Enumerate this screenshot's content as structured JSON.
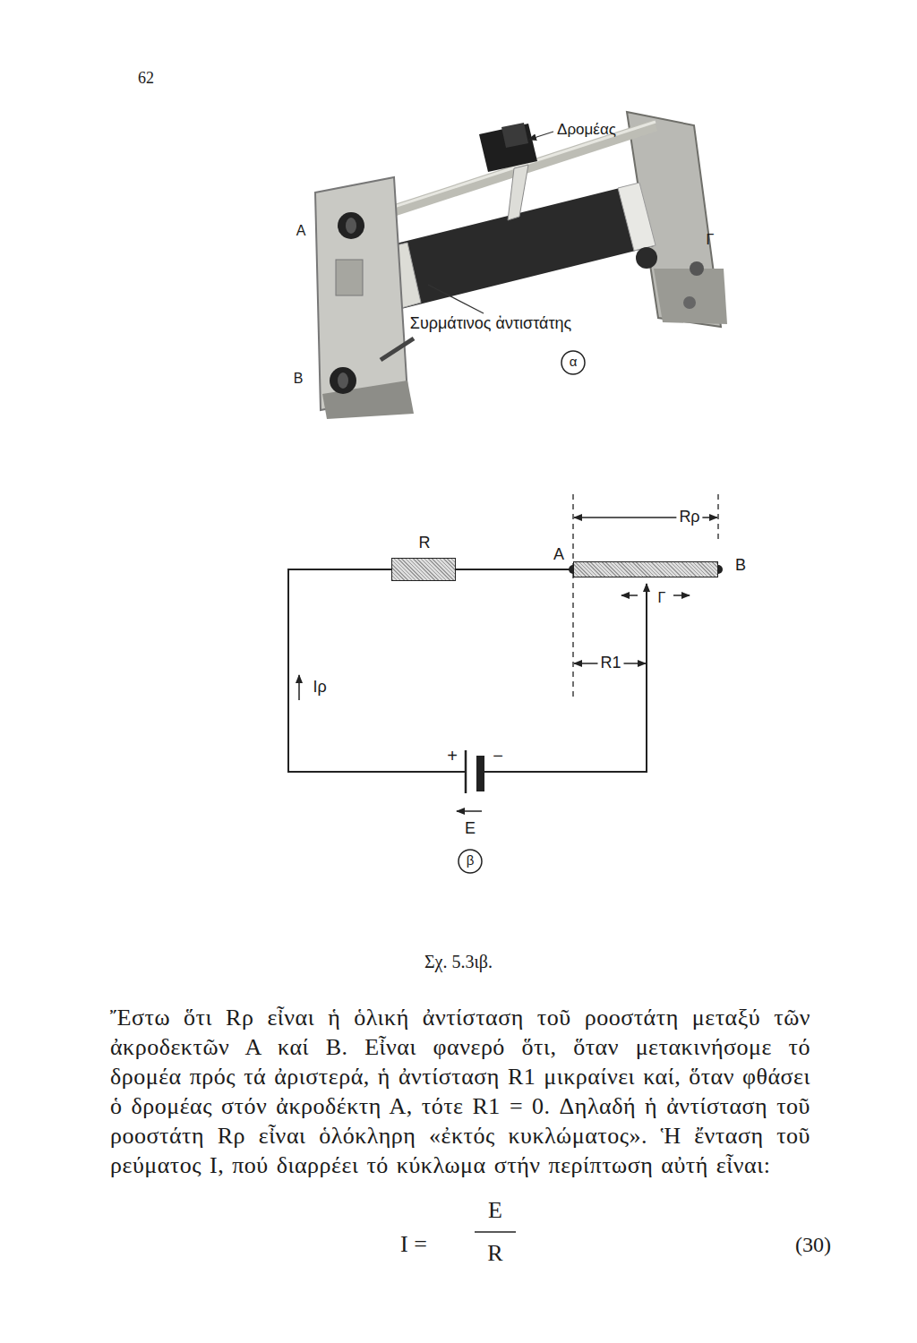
{
  "diagram": {
    "caption": "Σχ. 5.3ιβ.",
    "nodes": [
      {
        "text": [
          "R"
        ]
      },
      {
        "text": [
          "Α",
          "Β"
        ]
      }
    ],
    "edges": [
      {
        "from": 0,
        "to": 1,
        "arrow": "none"
      }
    ],
    "labels": [
      "62",
      "Δρομέας",
      "Α",
      "Γ",
      "Συρμάτινος ἀντιστάτης",
      "Β",
      "α",
      "Rρ",
      "Γ",
      "R1",
      "Iρ",
      "+",
      "−",
      "E",
      "β",
      "Ἔστω ὅτι Rρ εἶναι ἡ ὁλική ἀντίσταση τοῦ ροοστάτη μεταξύ τῶν ἀκροδεκτῶν Α καί Β. Εἶναι φανερό ὅτι, ὅταν μετακινήσομε τό δρομέα πρός τά ἀριστερά, ἡ ἀντίσταση R1 μικραίνει καί, ὅταν φθάσει ὁ δρομέας στόν ἀκροδέκτη Α, τότε R1 = 0. Δηλαδή ἡ ἀντίσταση τοῦ ροοστάτη Rρ εἶναι ὁλόκληρη «ἐκτός κυκλώματος». Ἡ ἔνταση τοῦ ρεύματος Ι, πού διαρρέει τό κύκλωμα στήν περίπτωση αὐτή εἶναι:",
      "I =",
      "E",
      "R",
      "(30)"
    ]
  }
}
